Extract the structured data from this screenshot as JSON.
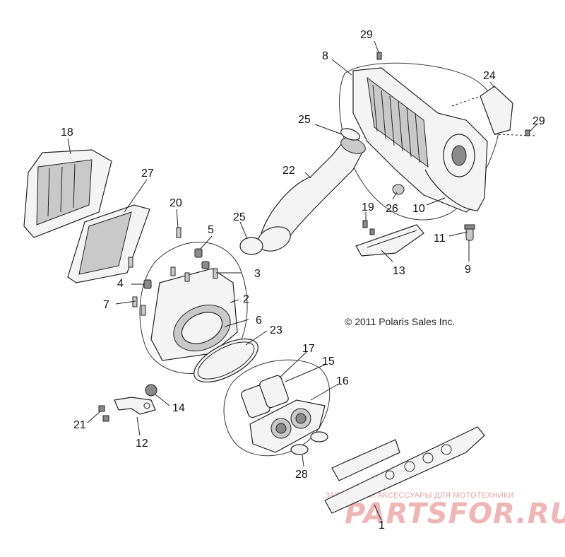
{
  "copyright": "© 2011 Polaris Sales Inc.",
  "watermark": {
    "tagline": "ЗАПЧАСТИ И АКСЕССУАРЫ ДЛЯ МОТОТЕХНИКИ",
    "brand": "PARTSFOR.RU"
  },
  "callouts": {
    "c1": "1",
    "c2": "2",
    "c3": "3",
    "c4": "4",
    "c5": "5",
    "c6": "6",
    "c7": "7",
    "c8": "8",
    "c9": "9",
    "c10": "10",
    "c11": "11",
    "c12": "12",
    "c13": "13",
    "c14": "14",
    "c15": "15",
    "c16": "16",
    "c17": "17",
    "c18": "18",
    "c19": "19",
    "c20": "20",
    "c21": "21",
    "c22": "22",
    "c23": "23",
    "c24": "24",
    "c25a": "25",
    "c25b": "25",
    "c26": "26",
    "c27": "27",
    "c28": "28",
    "c29a": "29",
    "c29b": "29"
  }
}
